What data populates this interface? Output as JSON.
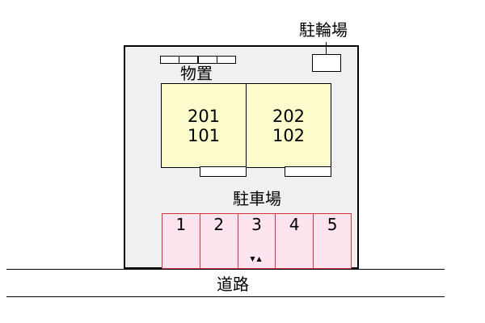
{
  "labels": {
    "bicycle_parking": "駐輪場",
    "storage": "物置",
    "parking": "駐車場",
    "road": "道路"
  },
  "units": [
    {
      "upper": "201",
      "lower": "101"
    },
    {
      "upper": "202",
      "lower": "102"
    }
  ],
  "parking_spaces": [
    "1",
    "2",
    "3",
    "4",
    "5"
  ],
  "entrance_marker": "▼▲",
  "colors": {
    "site_background": "#f0f0f0",
    "unit_fill": "#fbfbcc",
    "parking_fill": "#fde4ee",
    "parking_border": "#d6323c"
  }
}
